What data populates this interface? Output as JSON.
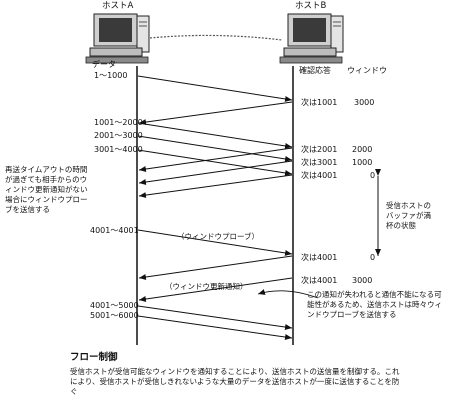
{
  "hosts": {
    "a": "ホストA",
    "b": "ホストB"
  },
  "labels": {
    "data_header": "データ",
    "ack_header": "確認応答",
    "window_header": "ウィンドウ"
  },
  "sender": {
    "seq1": "1〜1000",
    "seq2": "1001〜2000",
    "seq3": "2001〜3000",
    "seq4": "3001〜4000",
    "seq5": "4001〜4001",
    "seq6": "4001〜5000",
    "seq7": "5001〜6000"
  },
  "receiver": {
    "ack1": "次は1001",
    "win1": "3000",
    "ack2": "次は2001",
    "win2": "2000",
    "ack3": "次は3001",
    "win3": "1000",
    "ack4": "次は4001",
    "win4": "0",
    "ack5": "次は4001",
    "win5": "0",
    "ack6": "次は4001",
    "win6": "3000"
  },
  "arrows": {
    "probe": "（ウィンドウプローブ）",
    "update": "（ウィンドウ更新通知）"
  },
  "notes": {
    "retransmit": "再送タイムアウトの時間が過ぎても相手からのウィンドウ更新通知がない場合にウィンドウプローブを送信する",
    "buffer_full": "受信ホストのバッファが満杯の状態",
    "lost": "この通知が失われると通信不能になる可能性があるため、送信ホストは時々ウィンドウプローブを送信する"
  },
  "footer": {
    "title": "フロー制御",
    "text": "受信ホストが受信可能なウィンドウを通知することにより、送信ホストの送信量を制御する。これにより、受信ホストが受信しきれないような大量のデータを送信ホストが一度に送信することを防ぐ"
  }
}
